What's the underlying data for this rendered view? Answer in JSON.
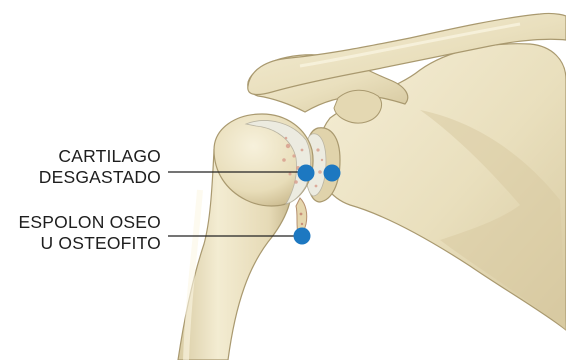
{
  "labels": {
    "cartilage": {
      "line1": "CARTILAGO",
      "line2": "DESGASTADO"
    },
    "bone_spur": {
      "line1": "ESPOLON OSEO",
      "line2": "U OSTEOFITO"
    }
  },
  "colors": {
    "bone_fill": "#ece3c4",
    "bone_shadow": "#cfc19a",
    "bone_outline": "#a9996f",
    "cartilage": "#e8e9df",
    "damage": "#d9a08f",
    "marker": "#1d78c1",
    "leader_line": "#222222"
  }
}
